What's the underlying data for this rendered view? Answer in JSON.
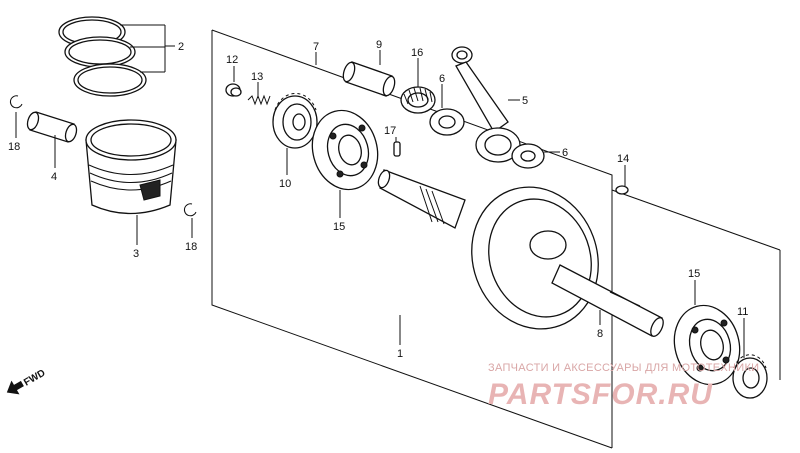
{
  "diagram": {
    "callouts": [
      {
        "id": "c2",
        "text": "2"
      },
      {
        "id": "c18a",
        "text": "18"
      },
      {
        "id": "c4",
        "text": "4"
      },
      {
        "id": "c3",
        "text": "3"
      },
      {
        "id": "c18b",
        "text": "18"
      },
      {
        "id": "c12",
        "text": "12"
      },
      {
        "id": "c13",
        "text": "13"
      },
      {
        "id": "c7",
        "text": "7"
      },
      {
        "id": "c9",
        "text": "9"
      },
      {
        "id": "c16",
        "text": "16"
      },
      {
        "id": "c6a",
        "text": "6"
      },
      {
        "id": "c5",
        "text": "5"
      },
      {
        "id": "c6b",
        "text": "6"
      },
      {
        "id": "c17",
        "text": "17"
      },
      {
        "id": "c10",
        "text": "10"
      },
      {
        "id": "c15a",
        "text": "15"
      },
      {
        "id": "c14",
        "text": "14"
      },
      {
        "id": "c8",
        "text": "8"
      },
      {
        "id": "c15b",
        "text": "15"
      },
      {
        "id": "c11",
        "text": "11"
      },
      {
        "id": "c1",
        "text": "1"
      }
    ],
    "direction_label": "FWD"
  },
  "watermark": {
    "tagline": "ЗАПЧАСТИ И АКСЕССУАРЫ ДЛЯ МОТОТЕХНИКИ",
    "logo_text": "PARTSFOR.RU"
  }
}
